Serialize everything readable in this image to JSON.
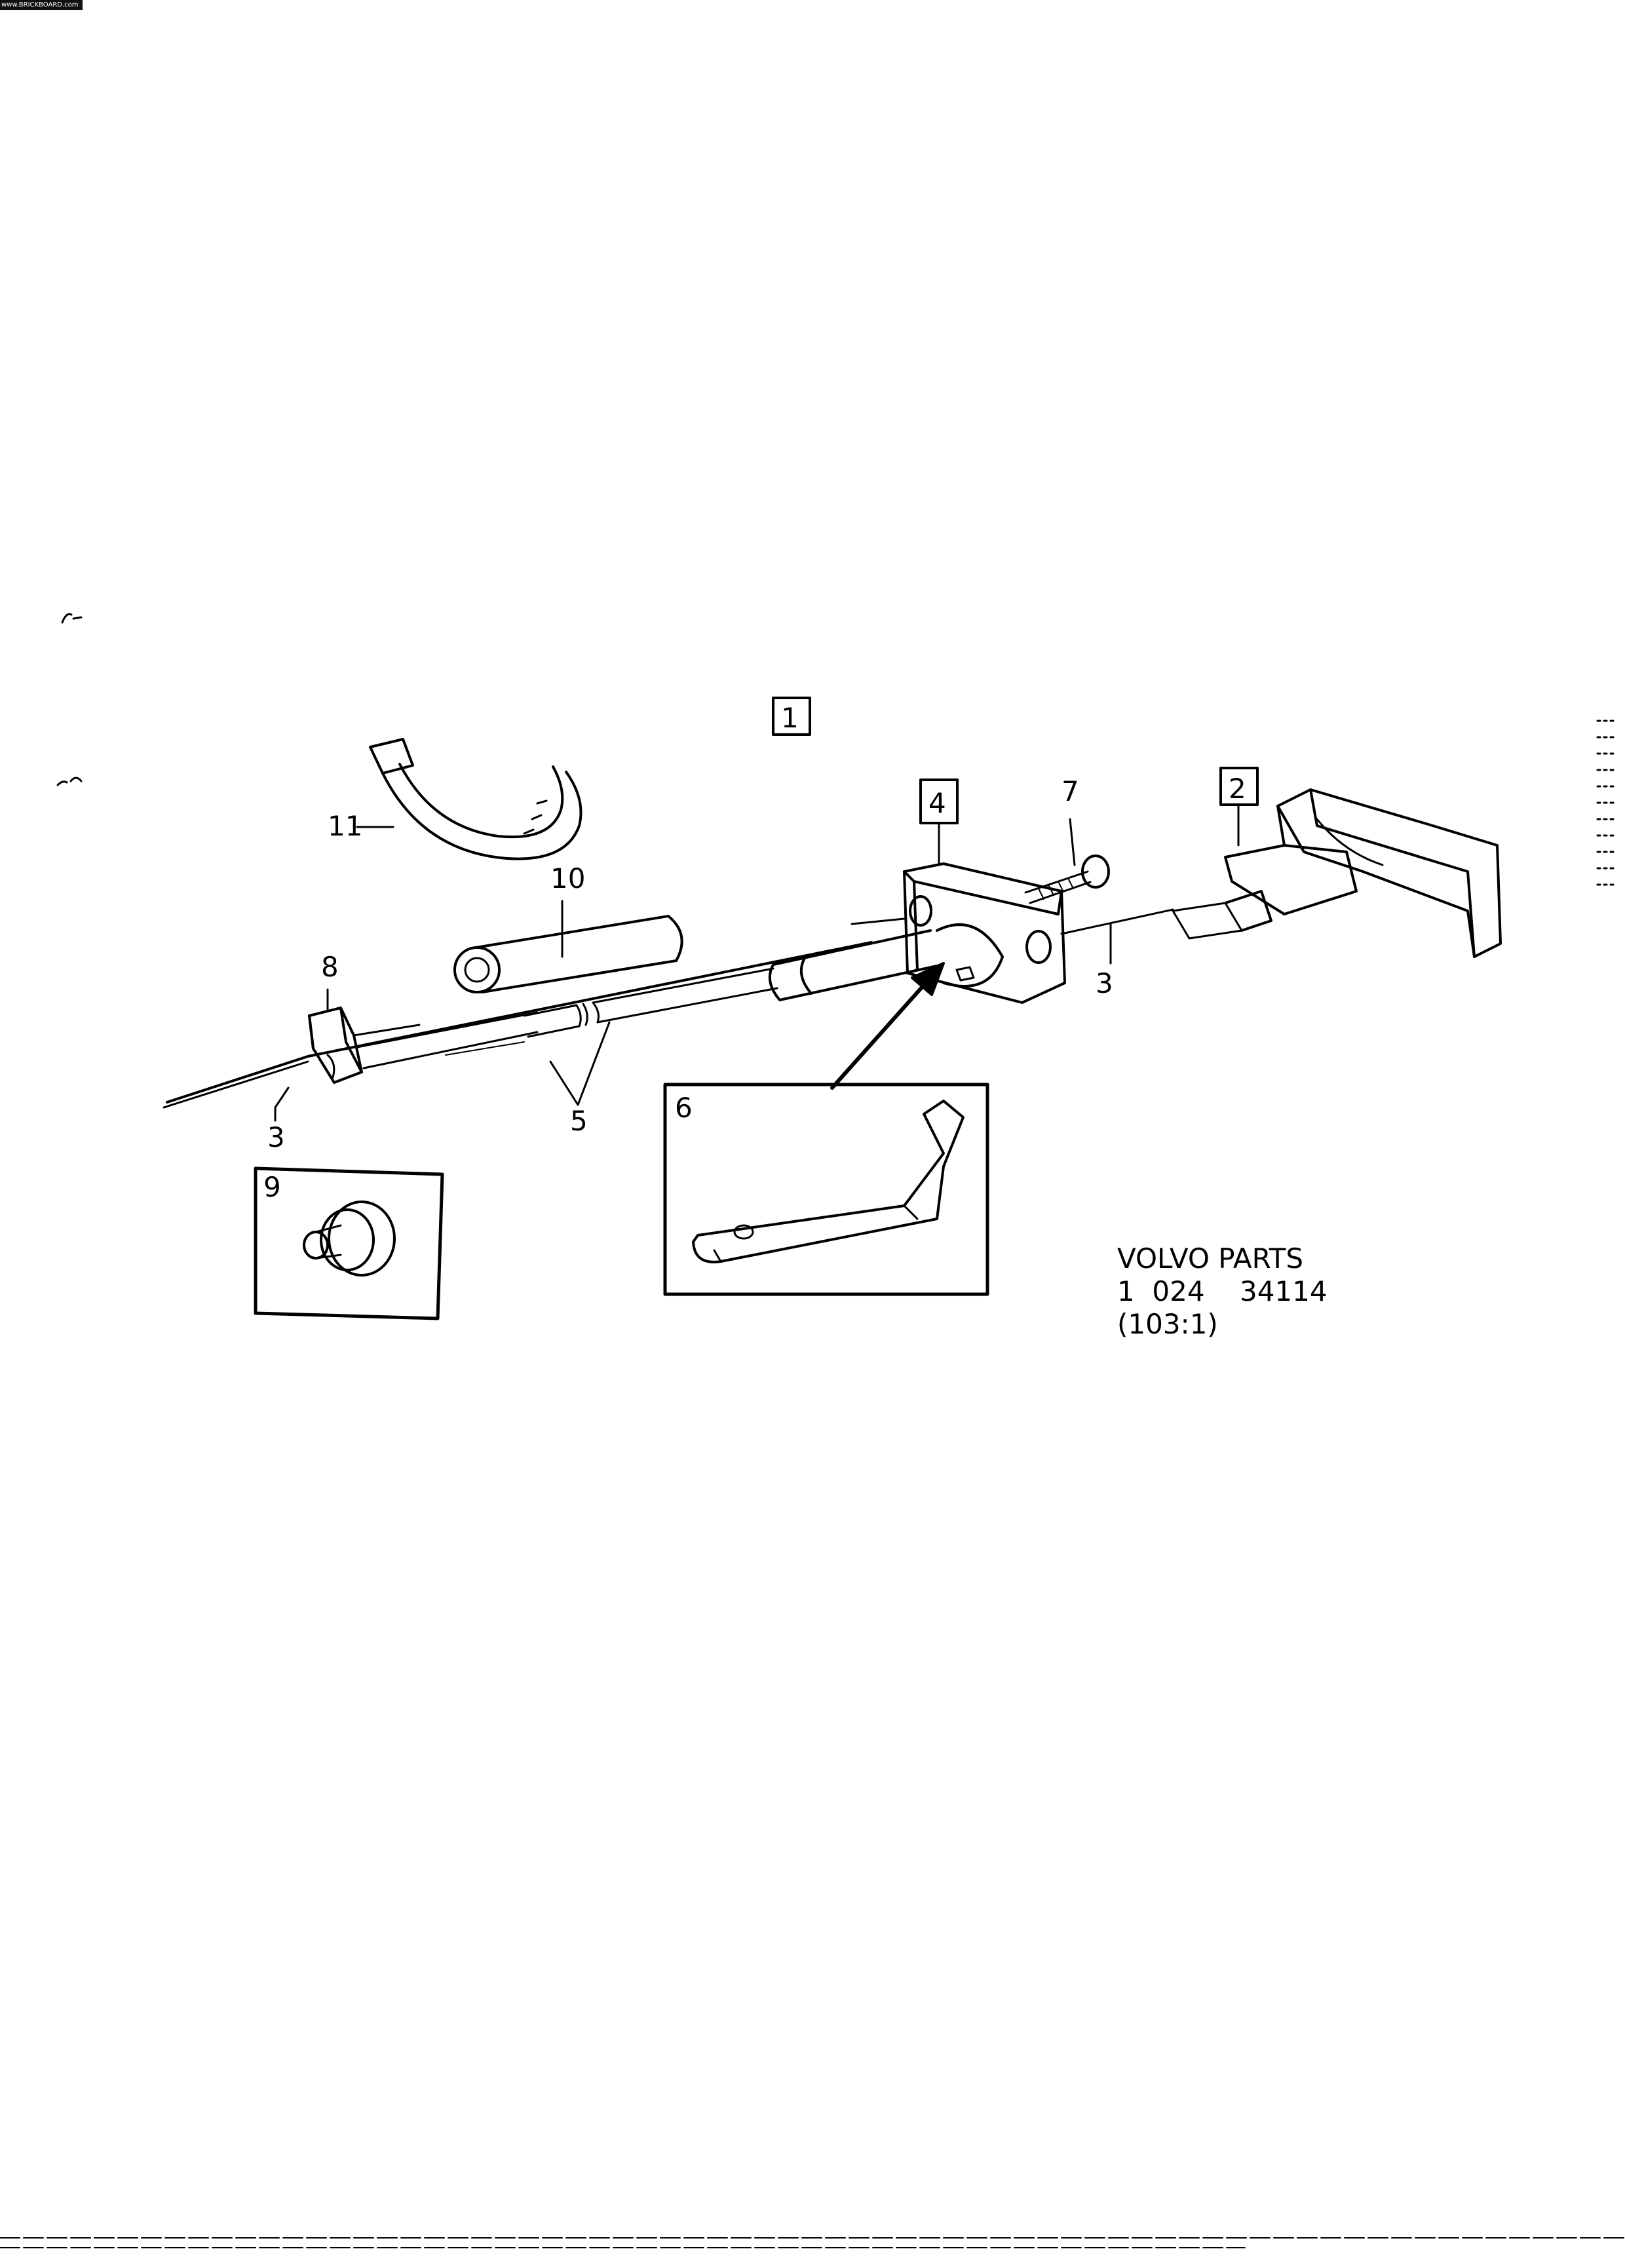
{
  "watermark": "www.BRICKBOARD.com",
  "diagram": {
    "boxed_labels": {
      "main": "1",
      "handle": "2",
      "bracket": "4"
    },
    "labels": {
      "wire_left": "3",
      "wire_right": "3",
      "springs": "5",
      "detail_bracket": "6",
      "screw": "7",
      "clip": "8",
      "grommet": "9",
      "tube": "10",
      "strap": "11"
    },
    "footer": {
      "line1": "VOLVO PARTS",
      "line2": "1  024    34114",
      "line3": "(103:1)"
    }
  }
}
